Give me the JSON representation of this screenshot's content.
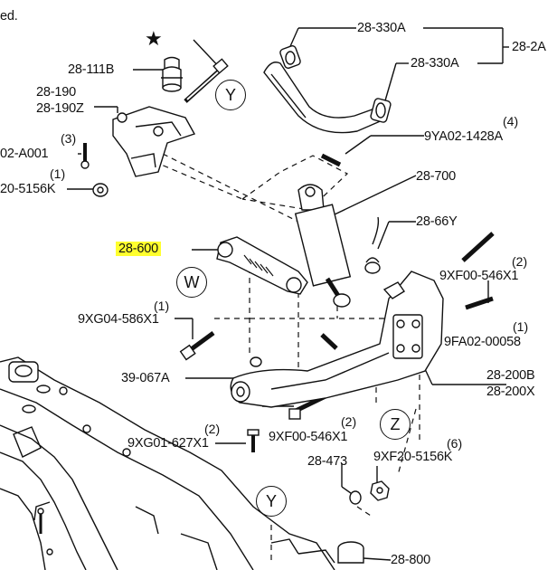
{
  "header_fragment": "ed.",
  "markers": [
    "Y",
    "W",
    "Z",
    "Y"
  ],
  "labels": {
    "p28_330A_a": "28-330A",
    "p28_2A": "28-2A",
    "p28_330A_b": "28-330A",
    "p28_111B": "28-111B",
    "p28_190": "28-190",
    "p28_190Z": "28-190Z",
    "q_9YA02": "(4)",
    "p9YA02": "9YA02-1428A",
    "q_02A001": "(3)",
    "p02A001": "02-A001",
    "p28_700": "28-700",
    "q_205156K": "(1)",
    "p205156K": "20-5156K",
    "p28_66Y": "28-66Y",
    "p28_600": "28-600",
    "q_9XF00a": "(2)",
    "p9XF00a": "9XF00-546X1",
    "q_9XG04": "(1)",
    "p9XG04": "9XG04-586X1",
    "q_9FA02": "(1)",
    "p9FA02": "9FA02-00058",
    "p39_067A": "39-067A",
    "p28_200B": "28-200B",
    "p28_200X": "28-200X",
    "q_9XF00b": "(2)",
    "p9XF00b": "9XF00-546X1",
    "q_9XG01": "(2)",
    "p9XG01": "9XG01-627X1",
    "q_9XF20": "(6)",
    "p9XF20": "9XF20-5156K",
    "p28_473": "28-473",
    "p28_800": "28-800"
  },
  "colors": {
    "highlight": "#ffff2e",
    "line": "#111111",
    "background": "#ffffff"
  }
}
